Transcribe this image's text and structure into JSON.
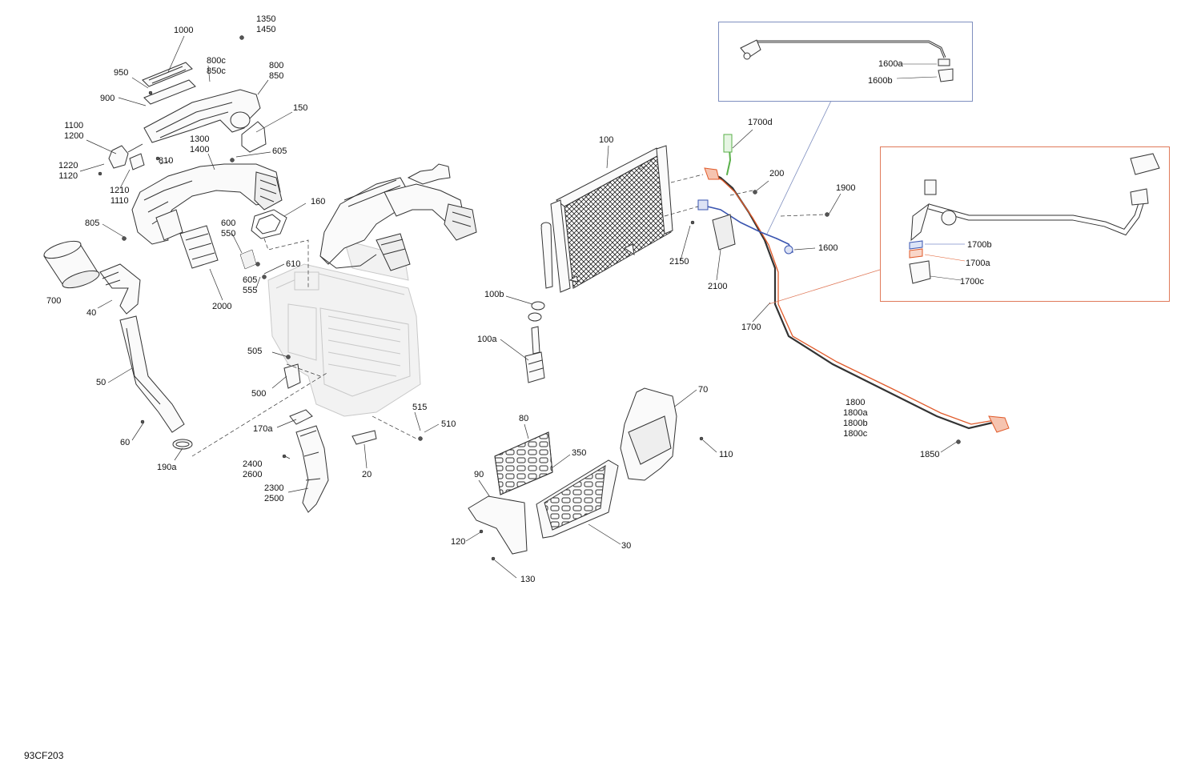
{
  "diagram_id": "93CF203",
  "colors": {
    "line": "#333333",
    "ghost": "#c8c8c8",
    "red_hose": "#e05a2a",
    "blue_hose": "#3a55b0",
    "green_part": "#5ab04a",
    "inset_blue_border": "#7f8fbf",
    "inset_red_border": "#e07a5a"
  },
  "labels": [
    {
      "id": "1000",
      "text": "1000"
    },
    {
      "id": "1350",
      "text": "1350\n1450"
    },
    {
      "id": "950",
      "text": "950"
    },
    {
      "id": "800c",
      "text": "800c\n850c"
    },
    {
      "id": "800",
      "text": "800\n850"
    },
    {
      "id": "900",
      "text": "900"
    },
    {
      "id": "150",
      "text": "150"
    },
    {
      "id": "1100",
      "text": "1100\n1200"
    },
    {
      "id": "1300",
      "text": "1300\n1400"
    },
    {
      "id": "605a",
      "text": "605"
    },
    {
      "id": "1220",
      "text": "1220\n1120"
    },
    {
      "id": "810",
      "text": "810"
    },
    {
      "id": "1210",
      "text": "1210\n1110"
    },
    {
      "id": "160",
      "text": "160"
    },
    {
      "id": "805",
      "text": "805"
    },
    {
      "id": "600",
      "text": "600\n550"
    },
    {
      "id": "610",
      "text": "610"
    },
    {
      "id": "605b",
      "text": "605\n555"
    },
    {
      "id": "700",
      "text": "700"
    },
    {
      "id": "40",
      "text": "40"
    },
    {
      "id": "2000",
      "text": "2000"
    },
    {
      "id": "505",
      "text": "505"
    },
    {
      "id": "500",
      "text": "500"
    },
    {
      "id": "50",
      "text": "50"
    },
    {
      "id": "515",
      "text": "515"
    },
    {
      "id": "510",
      "text": "510"
    },
    {
      "id": "170a",
      "text": "170a"
    },
    {
      "id": "60",
      "text": "60"
    },
    {
      "id": "190a",
      "text": "190a"
    },
    {
      "id": "2400",
      "text": "2400\n2600"
    },
    {
      "id": "20",
      "text": "20"
    },
    {
      "id": "2300",
      "text": "2300\n2500"
    },
    {
      "id": "100",
      "text": "100"
    },
    {
      "id": "1700d",
      "text": "1700d"
    },
    {
      "id": "200",
      "text": "200"
    },
    {
      "id": "1900",
      "text": "1900"
    },
    {
      "id": "1600",
      "text": "1600"
    },
    {
      "id": "2150",
      "text": "2150"
    },
    {
      "id": "2100",
      "text": "2100"
    },
    {
      "id": "100b",
      "text": "100b"
    },
    {
      "id": "1700",
      "text": "1700"
    },
    {
      "id": "100a",
      "text": "100a"
    },
    {
      "id": "70",
      "text": "70"
    },
    {
      "id": "80",
      "text": "80"
    },
    {
      "id": "350",
      "text": "350"
    },
    {
      "id": "110",
      "text": "110"
    },
    {
      "id": "90",
      "text": "90"
    },
    {
      "id": "120",
      "text": "120"
    },
    {
      "id": "30",
      "text": "30"
    },
    {
      "id": "130",
      "text": "130"
    },
    {
      "id": "1800",
      "text": "1800\n1800a\n1800b\n1800c"
    },
    {
      "id": "1850",
      "text": "1850"
    },
    {
      "id": "1600a",
      "text": "1600a"
    },
    {
      "id": "1600b",
      "text": "1600b"
    },
    {
      "id": "1700b",
      "text": "1700b"
    },
    {
      "id": "1700a",
      "text": "1700a"
    },
    {
      "id": "1700c",
      "text": "1700c"
    }
  ]
}
